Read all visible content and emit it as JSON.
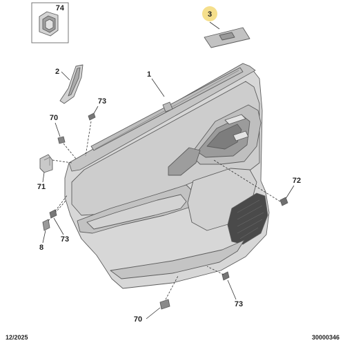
{
  "callouts": {
    "c74": "74",
    "c3": "3",
    "c2": "2",
    "c1": "1",
    "c73_top": "73",
    "c70_top": "70",
    "c71": "71",
    "c72": "72",
    "c8": "8",
    "c73_left": "73",
    "c73_bottom": "73",
    "c70_bottom": "70"
  },
  "footer": {
    "date": "12/2025",
    "code": "30000346"
  },
  "colors": {
    "part_fill": "#d7d7d7",
    "part_shade": "#b9b9b9",
    "highlight": "#f5df8c",
    "speaker": "#4a4a4a"
  }
}
